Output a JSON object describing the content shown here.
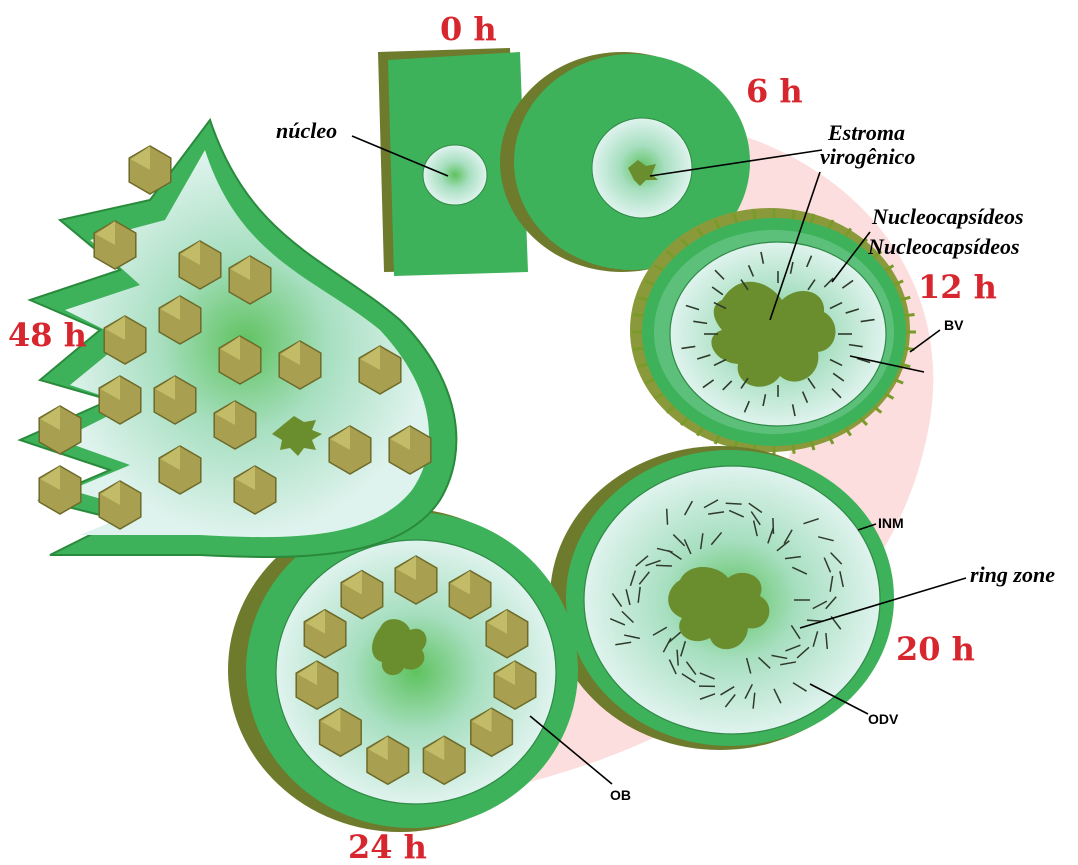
{
  "colors": {
    "background_arc": "#f9cfd0",
    "cell_green": "#3db25a",
    "cell_dark_edge": "#6e7a2c",
    "nucleus_inner": "#c8ead8",
    "stroma": "#6a8d2e",
    "occlusion_body": "#a8a050",
    "time_label": "#d8262e"
  },
  "time_labels": {
    "t0": "0 h",
    "t6": "6 h",
    "t12": "12 h",
    "t20": "20 h",
    "t24": "24 h",
    "t48": "48 h"
  },
  "annotations": {
    "nucleo": "núcleo",
    "estroma_line1": "Estroma",
    "estroma_line2": "virogênico",
    "nucleocapsideos_1": "Nucleocapsídeos",
    "nucleocapsideos_2": "Nucleocapsídeos",
    "bv": "BV",
    "inm": "INM",
    "ring_zone": "ring zone",
    "odv": "ODV",
    "ob": "OB"
  }
}
